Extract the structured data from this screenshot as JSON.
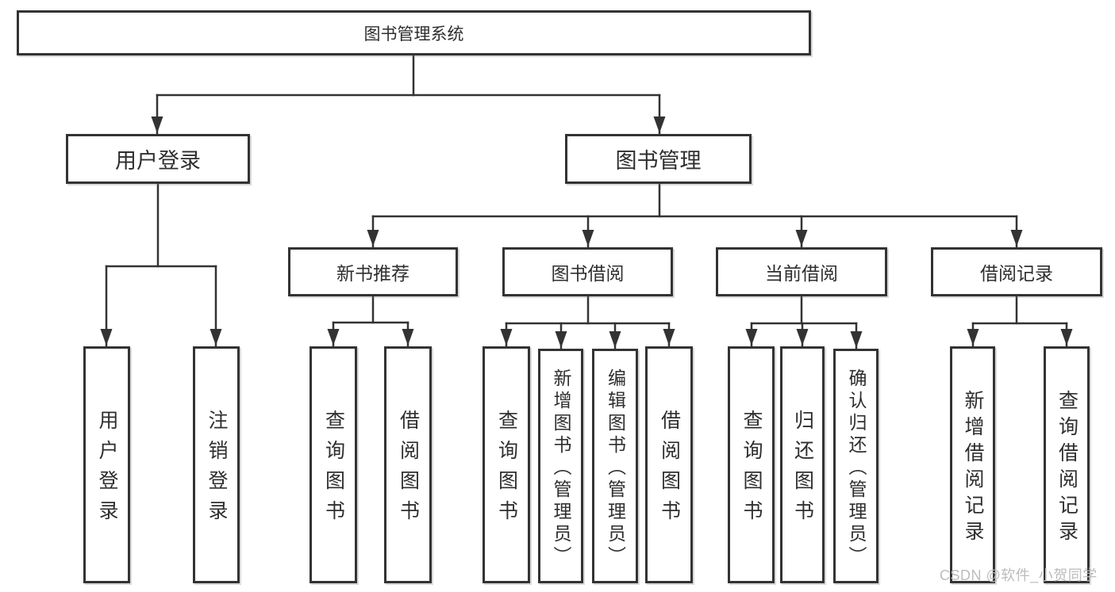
{
  "colors": {
    "background": "#ffffff",
    "line": "#333333",
    "box_border": "#333333",
    "box_fill": "#ffffff",
    "text": "#2e2e2e",
    "watermark": "#bcbcbc"
  },
  "watermark": {
    "text": "CSDN @软件_小贺同学"
  },
  "diagram": {
    "type": "tree",
    "root": {
      "label": "图书管理系统"
    },
    "branches": [
      {
        "label": "用户登录",
        "children": [
          {
            "label": "用户登录"
          },
          {
            "label": "注销登录"
          }
        ]
      },
      {
        "label": "图书管理",
        "children": [
          {
            "label": "新书推荐",
            "children": [
              {
                "label": "查询图书"
              },
              {
                "label": "借阅图书"
              }
            ]
          },
          {
            "label": "图书借阅",
            "children": [
              {
                "label": "查询图书"
              },
              {
                "label": "新增图书（管理员）"
              },
              {
                "label": "编辑图书（管理员）"
              },
              {
                "label": "借阅图书"
              }
            ]
          },
          {
            "label": "当前借阅",
            "children": [
              {
                "label": "查询图书"
              },
              {
                "label": "归还图书"
              },
              {
                "label": "确认归还（管理员）"
              }
            ]
          },
          {
            "label": "借阅记录",
            "children": [
              {
                "label": "新增借阅记录"
              },
              {
                "label": "查询借阅记录"
              }
            ]
          }
        ]
      }
    ]
  }
}
